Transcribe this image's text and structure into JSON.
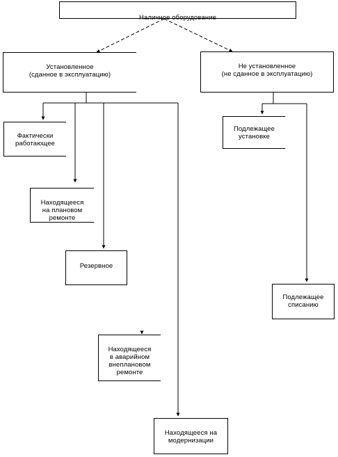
{
  "root": {
    "label": "Наличное оборудование"
  },
  "installed": {
    "label": "Установленное\n(сданное в эксплуатацию)"
  },
  "not_installed": {
    "label": "Не установленное\n(не сданное в эксплуатацию)"
  },
  "items": {
    "working": "Фактически\nработающее",
    "planned_repair": "Находящееся\nна плановом\nремонте",
    "reserve": "Резервное",
    "emergency_repair": "Находящееся\nв аварийном\nвнеплановом\nремонте",
    "modernization": "Находящееся на\nмодернизации",
    "to_install": "Подлежащее\nустановке",
    "to_write_off": "Подлежащее\nсписанию"
  }
}
